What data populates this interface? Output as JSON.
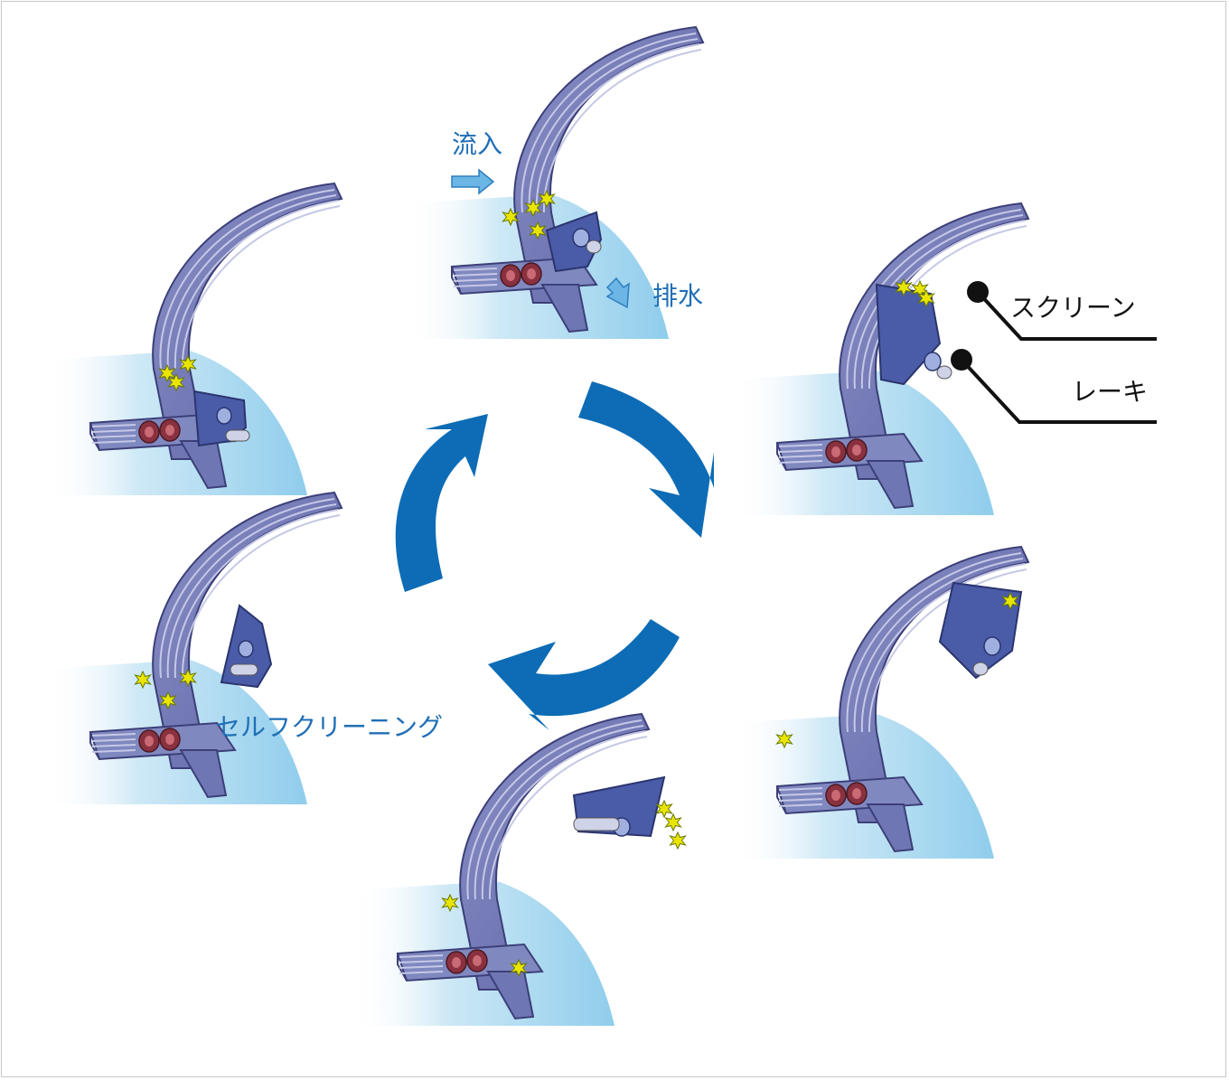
{
  "labels": {
    "inflow": "流入",
    "drain": "排水",
    "screen": "スクリーン",
    "rake": "レーキ",
    "self_cleaning": "セルフクリーニング"
  },
  "colors": {
    "cycle_arrow": "#0d6cb5",
    "screen_body": "#6e76b4",
    "screen_stroke": "#3c3f78",
    "rake_body": "#4a5ba8",
    "water": "#a9d8ef",
    "debris": "#e7e400",
    "label_blue": "#1f6fb6",
    "callout": "#111111"
  }
}
